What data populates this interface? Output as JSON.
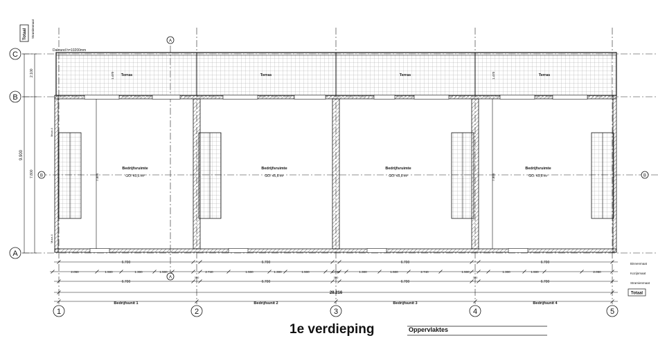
{
  "drawing_title": "1e verdieping",
  "legend_heading": "Oppervlaktes",
  "corner_label": "Totaal",
  "corner_sublabel": "Stramienmaat",
  "grid_rows": [
    {
      "label": "C",
      "dim_left": "2.100"
    },
    {
      "label": "B",
      "dim_left": "7.800"
    },
    {
      "label": "A",
      "dim_left": ""
    }
  ],
  "overall_depth": "9.900",
  "grid_columns": [
    "1",
    "2",
    "3",
    "4",
    "5"
  ],
  "section_marker": "A",
  "side_marker": "B",
  "roof_note": "Dakrand h=10200mm",
  "units": [
    {
      "terrace": "Terras",
      "room": "Bedrijfsruimte",
      "area": "GO: 45,6 m²",
      "name": "Bedrijfsunit 1",
      "width": "6.700"
    },
    {
      "terrace": "Terras",
      "room": "Bedrijfsruimte",
      "area": "GO: 45,6 m²",
      "name": "Bedrijfsunit 2",
      "width": "6.700"
    },
    {
      "terrace": "Terras",
      "room": "Bedrijfsruimte",
      "area": "GO: 45,6 m²",
      "name": "Bedrijfsunit 3",
      "width": "6.700"
    },
    {
      "terrace": "Terras",
      "room": "Bedrijfsruimte",
      "area": "GO: 45,6 m²",
      "name": "Bedrijfsunit 4",
      "width": "6.700"
    }
  ],
  "dim_rows": [
    {
      "label": "Binnenmaat",
      "values": [
        "6.700",
        "6.700",
        "6.700",
        "6.700"
      ]
    },
    {
      "label": "Kozijnmaat",
      "values": [
        "2.050",
        "1.500",
        "1.300",
        "1.500",
        "2.740",
        "1.500",
        "1.300",
        "1.500",
        "1.500",
        "1.300",
        "1.500",
        "2.740",
        "1.500",
        "1.300",
        "1.500",
        "2.050"
      ]
    },
    {
      "label": "Stramienmaat",
      "values": [
        "6.700",
        "6.700",
        "6.700",
        "6.700"
      ]
    }
  ],
  "wall_dims": [
    "300",
    "300",
    "300"
  ],
  "total_label": "Totaal",
  "total_value": "28.216",
  "side_labels": [
    "Muur-4",
    "Muur-4"
  ],
  "height_label": "7.800",
  "terrace_depth_label": "1.470"
}
